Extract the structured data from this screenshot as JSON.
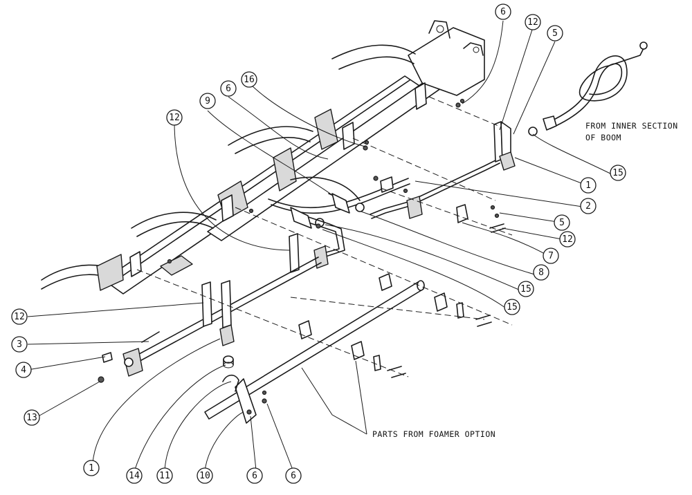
{
  "callouts": [
    {
      "label": "6"
    },
    {
      "label": "12"
    },
    {
      "label": "5"
    },
    {
      "label": "16"
    },
    {
      "label": "6"
    },
    {
      "label": "9"
    },
    {
      "label": "12"
    },
    {
      "label": "15"
    },
    {
      "label": "1"
    },
    {
      "label": "2"
    },
    {
      "label": "5"
    },
    {
      "label": "12"
    },
    {
      "label": "7"
    },
    {
      "label": "8"
    },
    {
      "label": "15"
    },
    {
      "label": "15"
    },
    {
      "label": "12"
    },
    {
      "label": "3"
    },
    {
      "label": "4"
    },
    {
      "label": "13"
    },
    {
      "label": "1"
    },
    {
      "label": "14"
    },
    {
      "label": "11"
    },
    {
      "label": "10"
    },
    {
      "label": "6"
    },
    {
      "label": "6"
    }
  ],
  "notes": {
    "inner_section_line1": "FROM INNER SECTION",
    "inner_section_line2": "OF BOOM",
    "foamer": "PARTS FROM FOAMER OPTION"
  }
}
